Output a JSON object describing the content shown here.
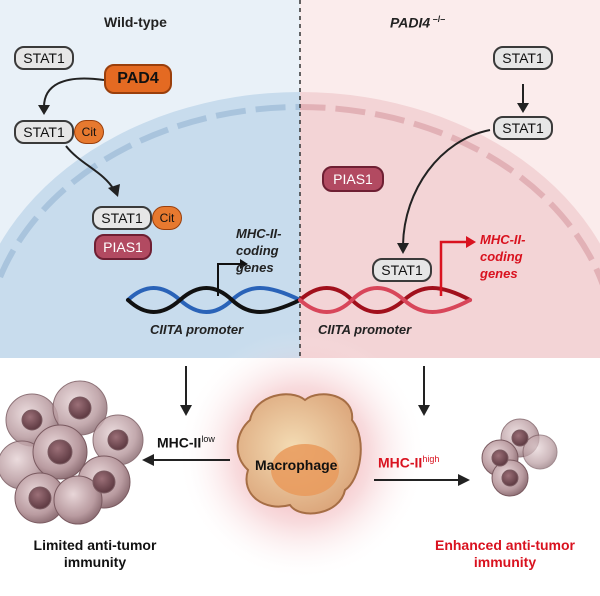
{
  "left_panel": {
    "title": "Wild-type",
    "stat1_top": "STAT1",
    "pad4": "PAD4",
    "stat1_cit_label": "STAT1",
    "cit": "Cit",
    "complex_stat1": "STAT1",
    "complex_cit": "Cit",
    "pias1": "PIAS1",
    "gene_label": "MHC-II-\ncoding\ngenes",
    "promoter": "CIITA promoter"
  },
  "right_panel": {
    "title_main": "PADI4",
    "title_sup": " –/–",
    "stat1_top": "STAT1",
    "stat1_mid": "STAT1",
    "pias1": "PIAS1",
    "stat1_bound": "STAT1",
    "gene_label": "MHC-II-\ncoding\ngenes",
    "promoter": "CIITA promoter"
  },
  "bottom": {
    "macrophage": "Macrophage",
    "mhc_low_main": "MHC-II",
    "mhc_low_sup": "low",
    "mhc_high_main": "MHC-II",
    "mhc_high_sup": "high",
    "left_outcome": "Limited anti-tumor\nimmunity",
    "right_outcome": "Enhanced anti-tumor\nimmunity"
  },
  "colors": {
    "blue_bg": "#e9f1f8",
    "pink_bg": "#fbecec",
    "pad4_orange": "#e46a22",
    "pias_pink": "#b24a61",
    "emphasis_red": "#d9121f",
    "dna_blue": "#2a63b8",
    "dna_red": "#a1101c"
  }
}
